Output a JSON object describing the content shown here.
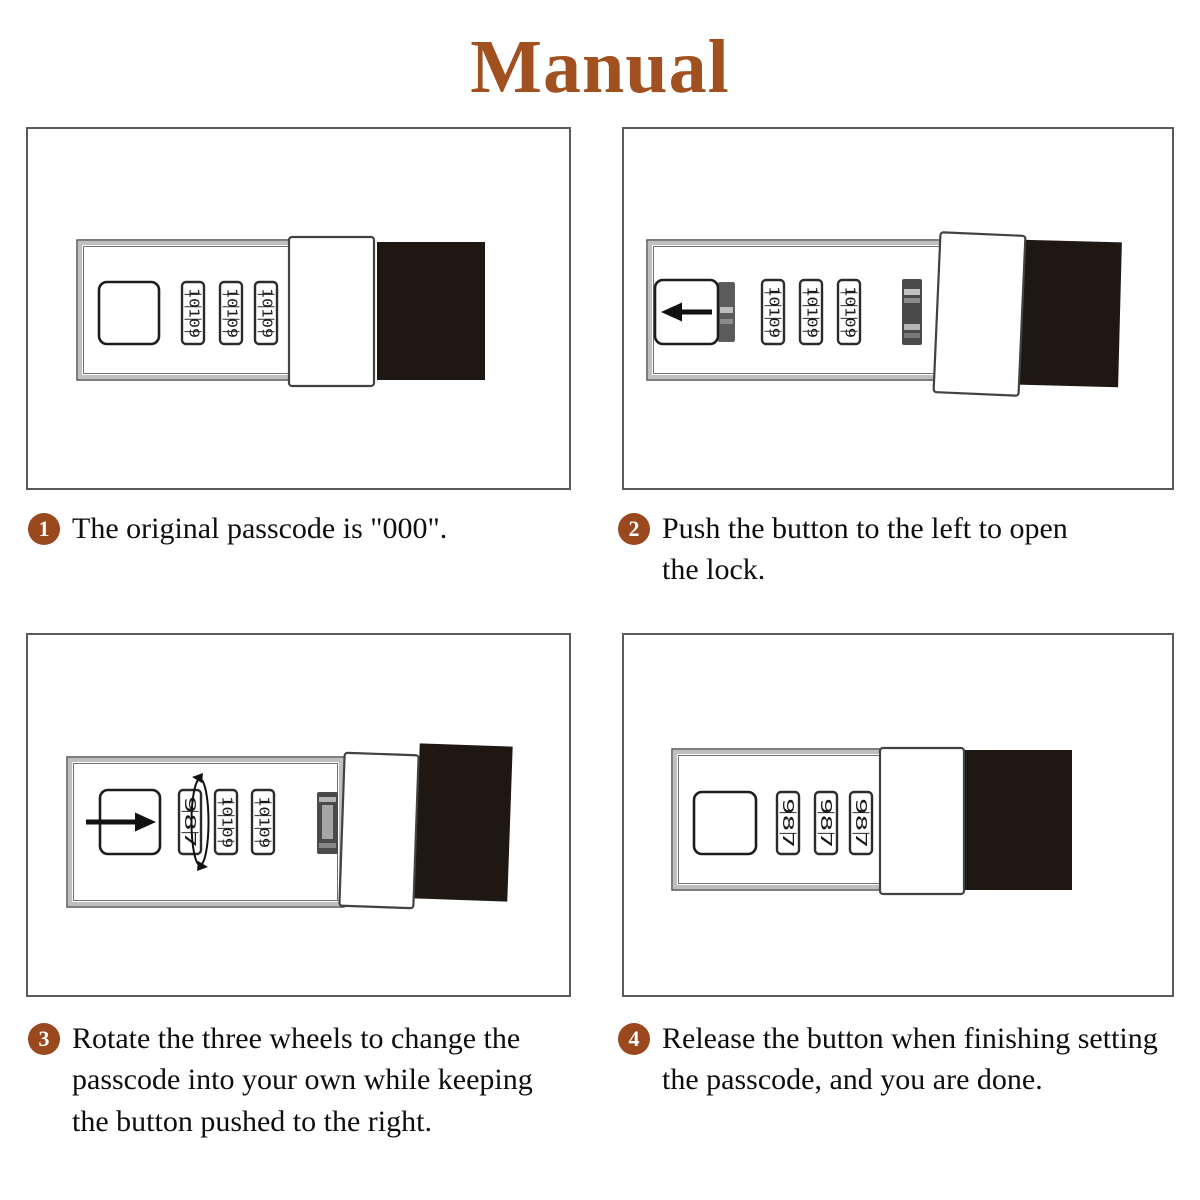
{
  "title": "Manual",
  "colors": {
    "accent_title": "#a0511f",
    "accent_badge": "#9a481d",
    "mount_block": "#1f1812"
  },
  "steps": [
    {
      "number": "1",
      "caption": "The original passcode is \"000\".",
      "wheels": [
        "10109",
        "10109",
        "10109"
      ]
    },
    {
      "number": "2",
      "caption": "Push the button to the left to open the lock.",
      "wheels": [
        "10109",
        "10109",
        "10109"
      ],
      "button_arrow": "left"
    },
    {
      "number": "3",
      "caption": "Rotate the three wheels to change the passcode into your own while keeping the button pushed to the right.",
      "wheels": [
        "987",
        "10109",
        "10109"
      ],
      "button_arrow": "right",
      "rotate_indicator": true
    },
    {
      "number": "4",
      "caption": "Release the button when finishing setting the passcode, and you are done.",
      "wheels": [
        "987",
        "987",
        "987"
      ]
    }
  ]
}
